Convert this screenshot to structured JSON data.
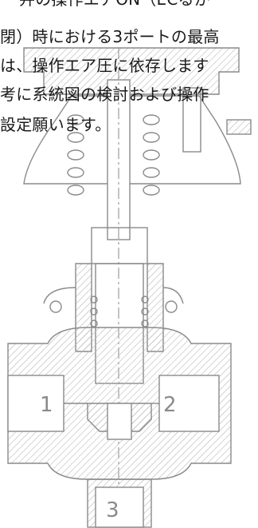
{
  "description_lines": [
    "弁の操作エアON（ECるか",
    "閉）時における3ポートの最高",
    "は、操作エア圧に依存します",
    "考に系統図の検討および操作",
    "設定願います。"
  ],
  "ports": {
    "p1": "1",
    "p2": "2",
    "p3": "3"
  },
  "colors": {
    "line": "#8a8a8a",
    "hatch": "#b8b8b8",
    "text": "#1a1a1a"
  }
}
